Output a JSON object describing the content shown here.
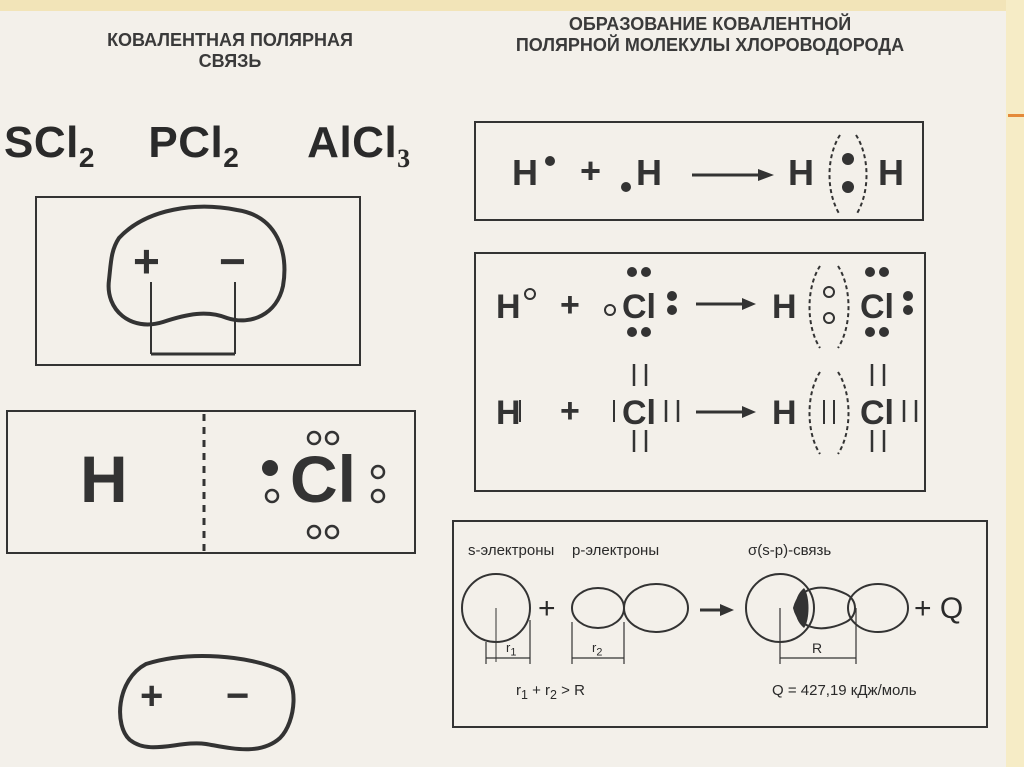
{
  "left_heading": {
    "line1": "КОВАЛЕНТНАЯ ПОЛЯРНАЯ",
    "line2": "СВЯЗЬ"
  },
  "right_heading": {
    "line1": "ОБРАЗОВАНИЕ КОВАЛЕНТНОЙ",
    "line2": "ПОЛЯРНОЙ МОЛЕКУЛЫ ХЛОРОВОДОРОДА"
  },
  "formula": {
    "f1": "SCl",
    "f1_sub": "2",
    "f2": "PCl",
    "f2_sub": "2",
    "f3": "AlCl",
    "f3_sub": "3"
  },
  "dipole": {
    "plus": "+",
    "minus": "−"
  },
  "hcl_box": {
    "h": "H",
    "cl": "Cl"
  },
  "h2": {
    "h1": "H",
    "plus": "+",
    "h2": "H",
    "r1": "H",
    "r2": "H"
  },
  "hcl_scheme": {
    "h": "H",
    "plus": "+",
    "cl": "Cl"
  },
  "orbital": {
    "s_label": "s-электроны",
    "p_label": "p-электроны",
    "sigma_label": "σ(s-p)-связь",
    "r1": "r",
    "r1_sub": "1",
    "r2": "r",
    "r2_sub": "2",
    "R": "R",
    "plus": "+",
    "plus_q": "+ Q",
    "ineq_r1": "r",
    "ineq_r1_sub": "1",
    "ineq_plus": " + r",
    "ineq_r2_sub": "2",
    "ineq_tail": " > R",
    "energy": "Q = 427,19 кДж/моль"
  },
  "bottom_dipole": {
    "plus": "+",
    "minus": "−"
  },
  "colors": {
    "ink": "#333333",
    "background": "#f3f0ea",
    "accent": "#e48a3a"
  }
}
